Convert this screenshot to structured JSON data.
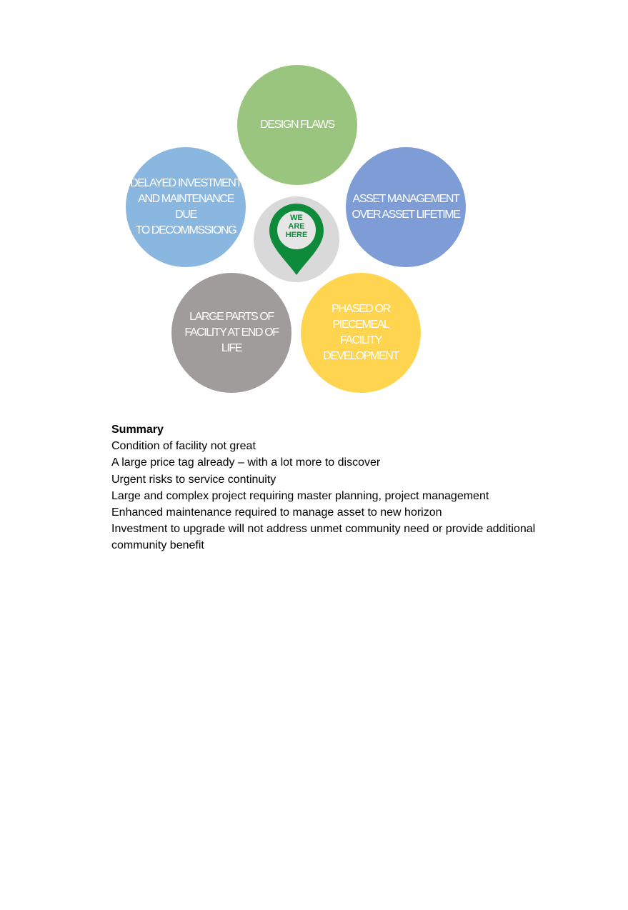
{
  "diagram": {
    "circles": {
      "design_flaws": "DESIGN FLAWS",
      "delayed_investment": "DELAYED INVESTMENT\nAND MAINTENANCE DUE\nTO DECOMMSSIONG",
      "asset_management": "ASSET MANAGEMENT\nOVER ASSET LIFETIME",
      "large_parts": "LARGE PARTS OF\nFACILITY AT END OF\nLIFE",
      "phased_development": "PHASED OR PIECEMEAL\nFACILITY DEVELOPMENT"
    },
    "center_pin_text": "WE\nARE\nHERE",
    "colors": {
      "green": "#9ac57e",
      "light_blue": "#8ab7e0",
      "blue": "#7e9dd6",
      "grey": "#a09c9b",
      "yellow": "#ffd44f",
      "pin_green": "#0e8a3b",
      "center_grey": "#d9d9d9"
    },
    "icons": {
      "center": "location-pin-icon"
    }
  },
  "summary": {
    "heading": "Summary",
    "lines": [
      "Condition of facility not great",
      "A large price tag already – with a lot more to discover",
      "Urgent risks to service continuity",
      "Large and complex project requiring master planning, project management",
      "Enhanced maintenance required to manage asset to new horizon",
      "Investment to upgrade will not address unmet community need or provide additional community benefit"
    ]
  }
}
